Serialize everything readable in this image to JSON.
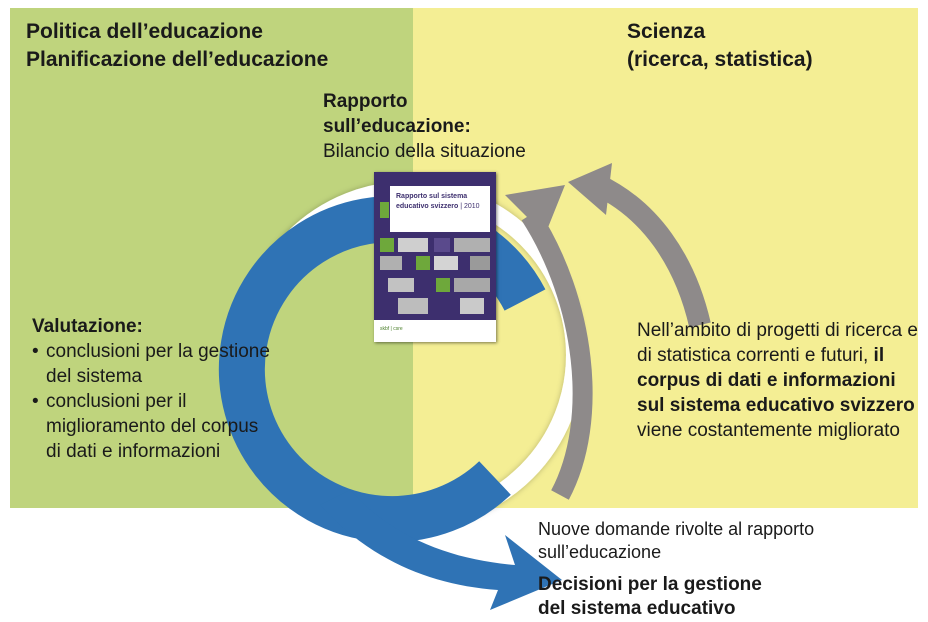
{
  "left_heading": {
    "line1": "Politica dell’educazione",
    "line2": "Planificazione dell’educazione"
  },
  "right_heading": {
    "line1": "Scienza",
    "line2": "(ricerca, statistica)"
  },
  "rapporto": {
    "title_line1": "Rapporto",
    "title_line2": "sull’educazione:",
    "subtitle": "Bilancio della situazione"
  },
  "cover": {
    "title_line1": "Rapporto sul sistema",
    "title_line2": "educativo svizzero",
    "year": "2010",
    "logo": "skbf | csre"
  },
  "valutazione": {
    "title": "Valutazione:",
    "bullets": [
      "conclusioni per la gestione del sistema",
      "conclusioni per il miglioramento del corpus di dati e informazioni"
    ]
  },
  "ricerca": {
    "pre": "Nell’ambito di progetti di ricerca e di statistica correnti e futuri, ",
    "bold": "il corpus di dati e informazioni sul sistema educativo svizzero",
    "post": " viene costantemente migliorato"
  },
  "nuove_domande": "Nuove domande rivolte al rapporto sull’educazione",
  "decisioni": {
    "line1": "Decisioni per la gestione",
    "line2": "del sistema educativo"
  },
  "colors": {
    "left_panel": "#bfd47d",
    "right_panel": "#f4ee94",
    "cycle_arrow": "#2f73b5",
    "research_arrows": "#8e8a8a",
    "cover": "#3d2f6e",
    "cover_accent": "#6ea83b"
  }
}
